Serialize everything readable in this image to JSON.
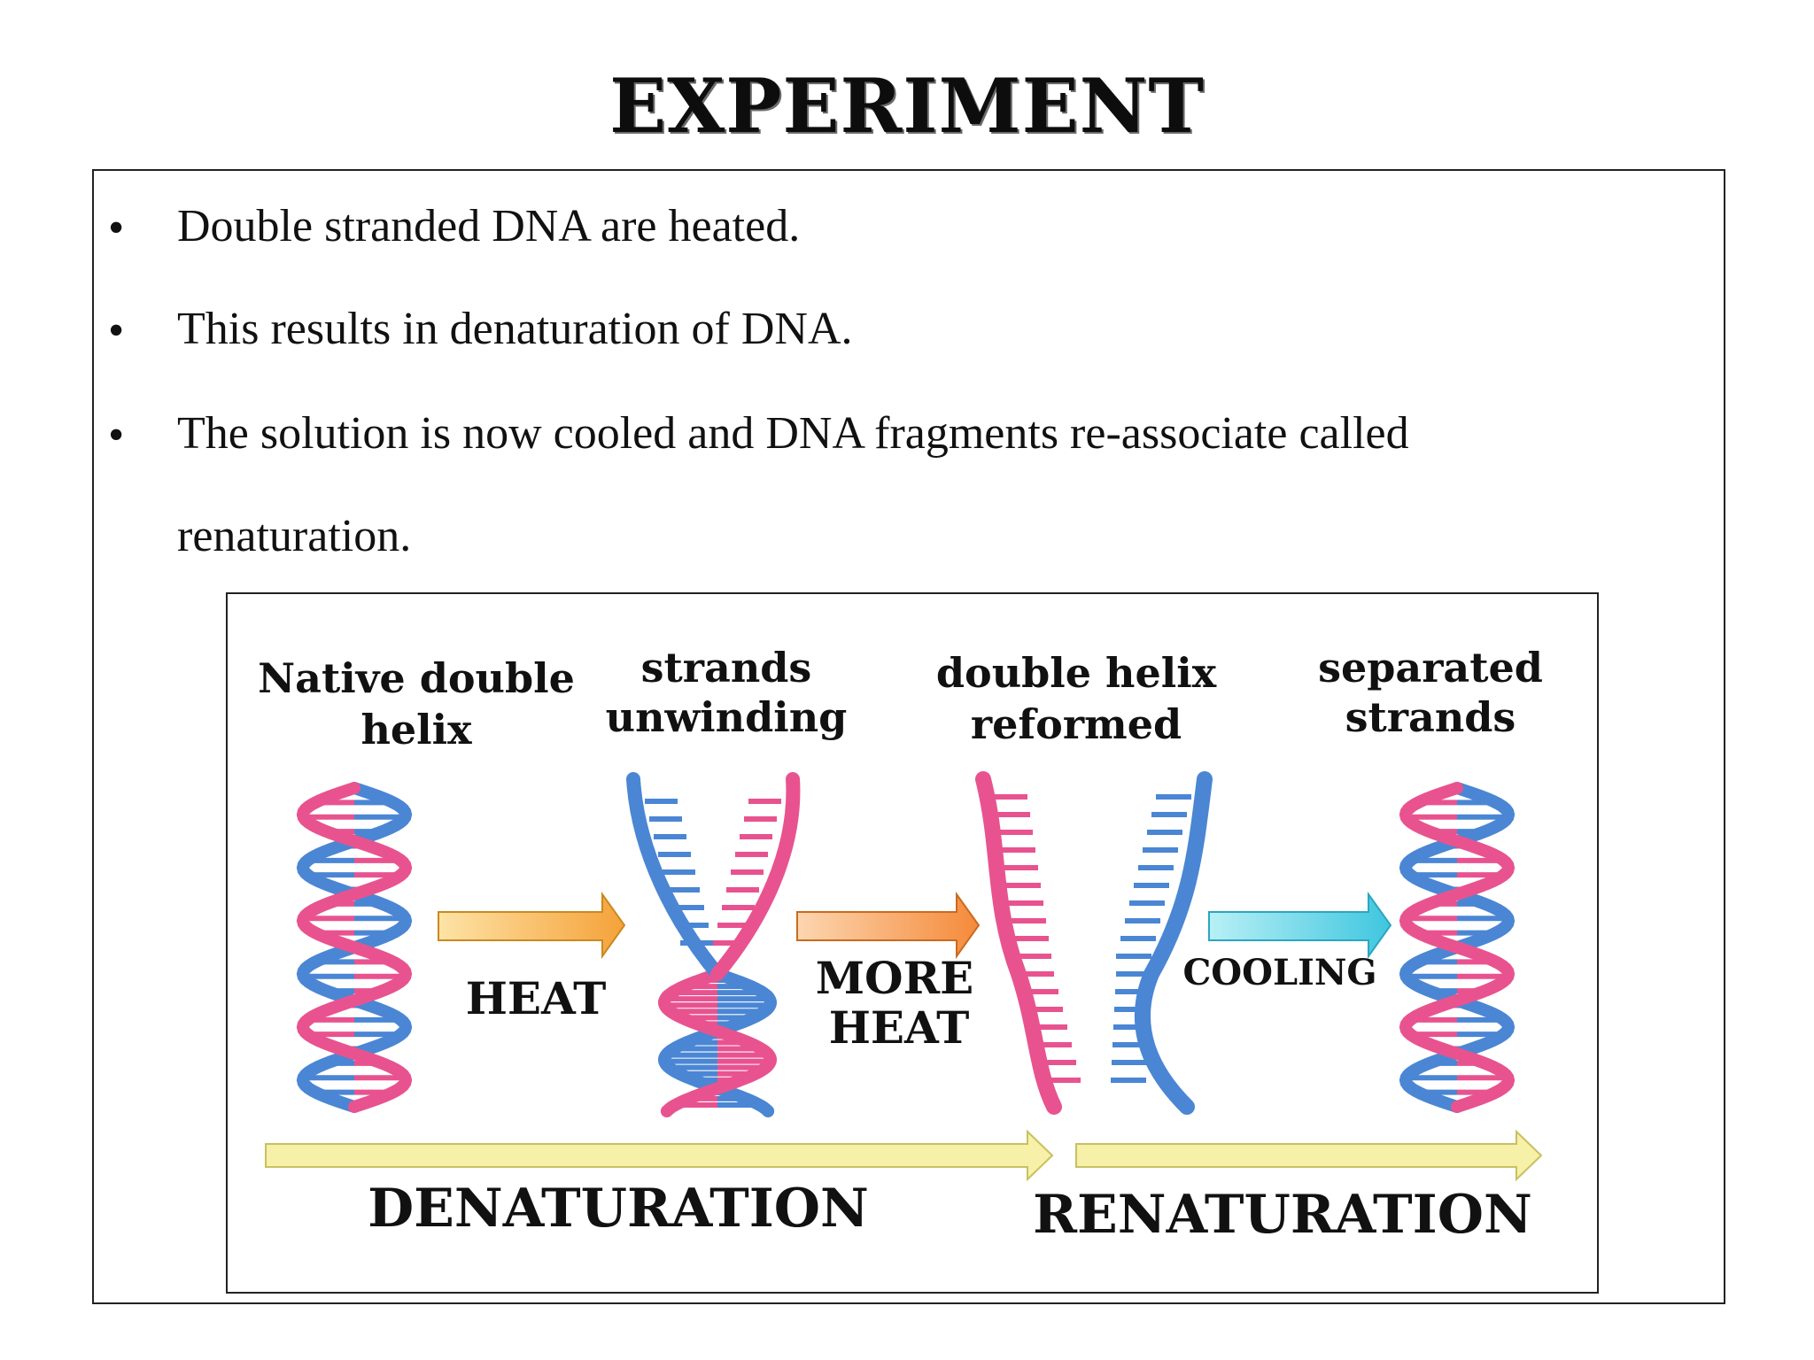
{
  "title": "EXPERIMENT",
  "bullets": [
    "Double stranded DNA are heated.",
    "This results in denaturation of DNA.",
    "The solution is now cooled and DNA fragments re-associate called renaturation."
  ],
  "bullet_symbol": "•",
  "figure": {
    "labels": {
      "native": [
        "Native double",
        "helix"
      ],
      "unwinding": [
        "strands",
        "unwinding"
      ],
      "reformed": [
        "double helix",
        "reformed"
      ],
      "separated": [
        "separated",
        "strands"
      ]
    },
    "arrows": {
      "heat": "HEAT",
      "more_heat": [
        "MORE",
        "HEAT"
      ],
      "cooling": "COOLING"
    },
    "processes": {
      "denaturation": "DENATURATION",
      "renaturation": "RENATURATION"
    },
    "colors": {
      "blue_strand": "#4a86d4",
      "pink_strand": "#e8538f",
      "heat_arrow": "#f5b94a",
      "cool_arrow": "#5fd3e6",
      "process_arrow": "#f2e888"
    }
  }
}
